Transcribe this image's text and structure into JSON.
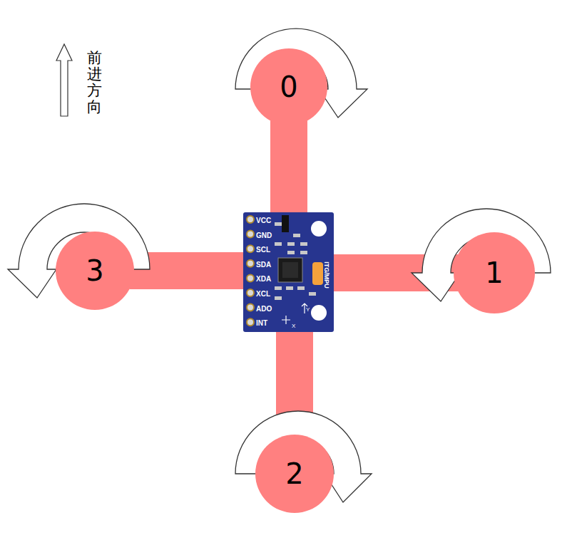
{
  "diagram": {
    "nodes": [
      {
        "text": [
          "0"
        ]
      },
      {
        "text": [
          "3"
        ]
      },
      {
        "text": [
          "VCC",
          "GND",
          "SCL",
          "SDA",
          "XDA",
          "XCL",
          "ADO",
          "INT",
          "ITG/MPU",
          "Y",
          "X"
        ]
      },
      {
        "text": [
          "1"
        ]
      },
      {
        "text": [
          "2"
        ]
      }
    ],
    "edges": [
      {
        "from": 2,
        "to": 0,
        "arrow": "none"
      },
      {
        "from": 2,
        "to": 3,
        "arrow": "none"
      },
      {
        "from": 2,
        "to": 4,
        "arrow": "none"
      },
      {
        "from": 2,
        "to": 1,
        "arrow": "none"
      }
    ],
    "labels": [
      "前进方向"
    ]
  }
}
